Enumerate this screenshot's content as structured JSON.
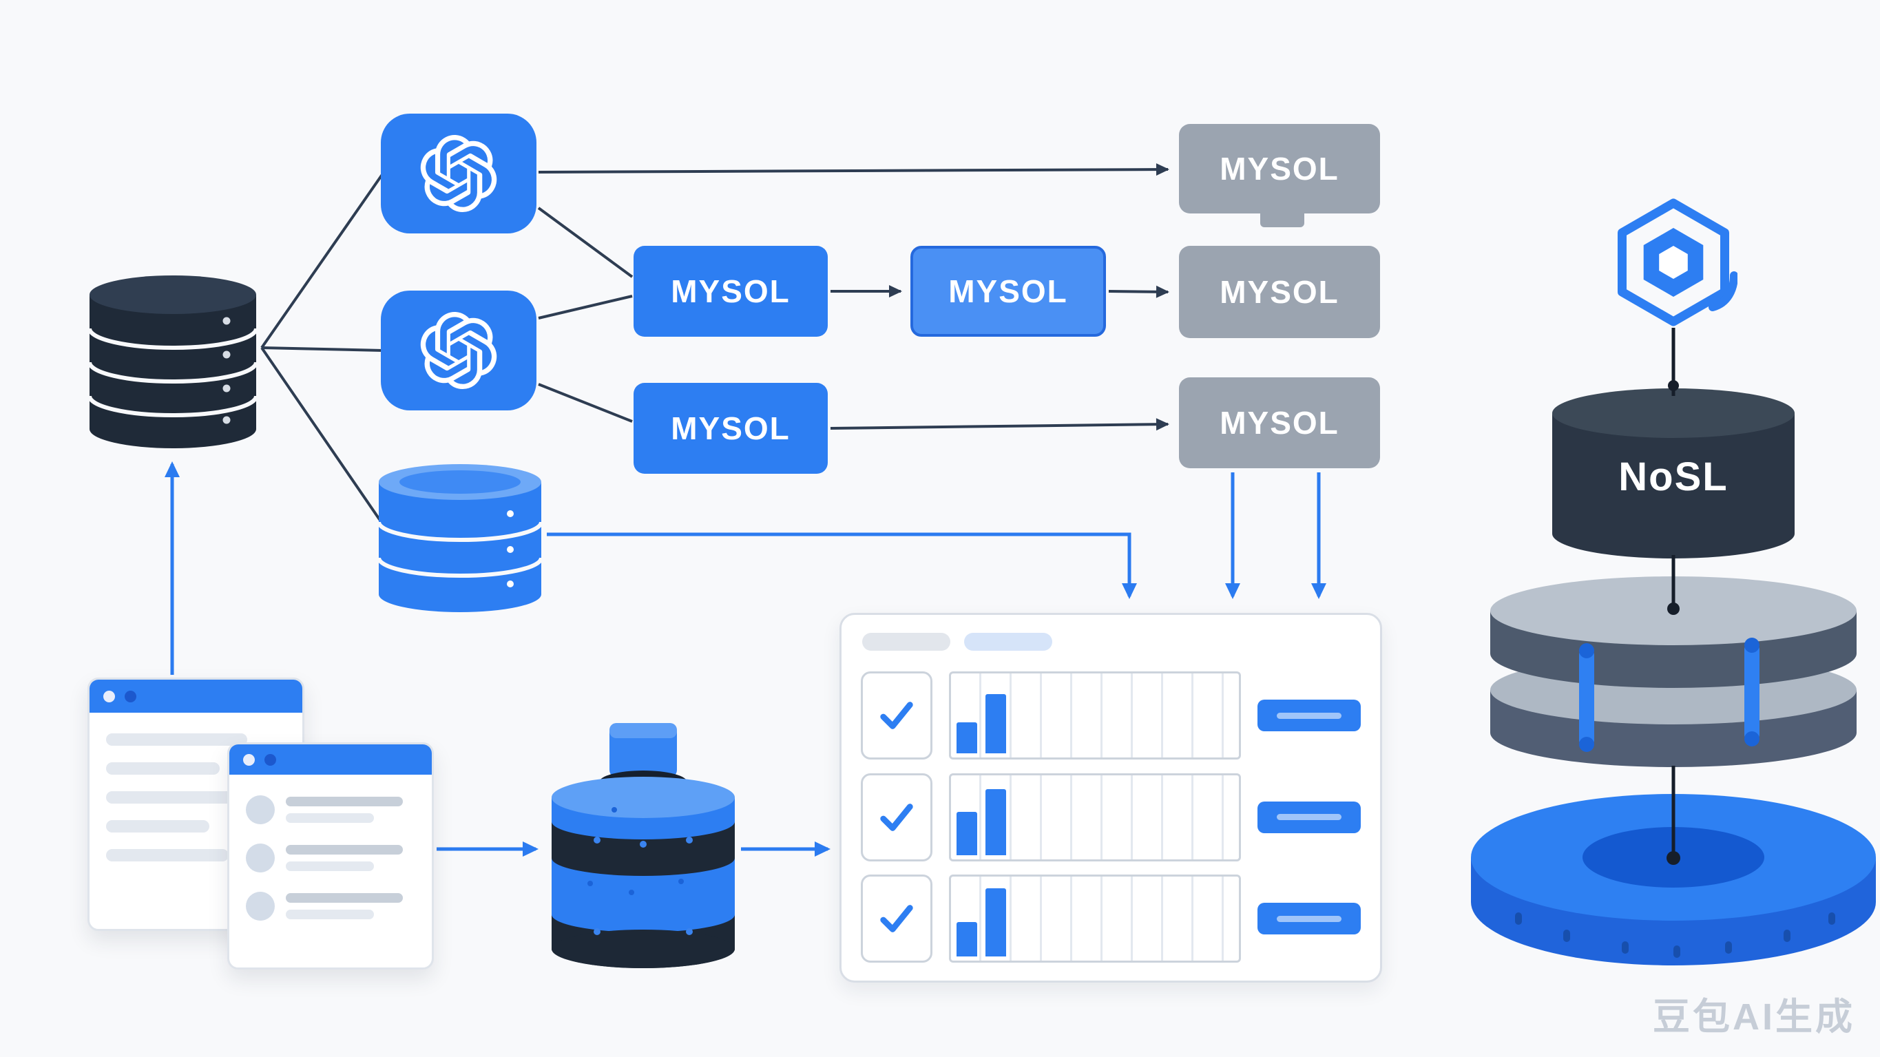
{
  "diagram": {
    "background": "#f8f9fb",
    "nodes": {
      "mysol_blue_1": {
        "label": "MYSOL"
      },
      "mysol_blue_2": {
        "label": "MYSOL"
      },
      "mysol_blue_3": {
        "label": "MYSOL"
      },
      "mysol_gray_1": {
        "label": "MYSOL"
      },
      "mysol_gray_2": {
        "label": "MYSOL"
      },
      "mysol_gray_3": {
        "label": "MYSOL"
      },
      "nosl_cylinder": {
        "label": "NoSL"
      }
    },
    "panel": {
      "rows": [
        {
          "checked": true,
          "bars": [
            42,
            80
          ]
        },
        {
          "checked": true,
          "bars": [
            58,
            88
          ]
        },
        {
          "checked": true,
          "bars": [
            46,
            92
          ]
        }
      ]
    },
    "icons": {
      "openai_logo": "openai-knot",
      "hexagon_logo": "nested-hexagon",
      "checkmark": "✓",
      "source_database": "dark-cylinder-stack",
      "blue_database": "blue-cylinder-stack",
      "processing_database": "blue-capped-cylinder",
      "base_ring": "blue-donut"
    },
    "colors": {
      "blue": "#2d7ef2",
      "light_blue": "#4a90f4",
      "gray_box": "#9ba4b0",
      "dark_navy": "#1f2a38",
      "slate_disk_side": "#4d5a6d",
      "disk_top": "#b9c2cd",
      "arrow_dark": "#2e3d52",
      "arrow_blue": "#2b7bf0",
      "ring_side": "#2064db",
      "ring_hole": "#1459d0"
    },
    "watermark": "豆包AI生成"
  }
}
